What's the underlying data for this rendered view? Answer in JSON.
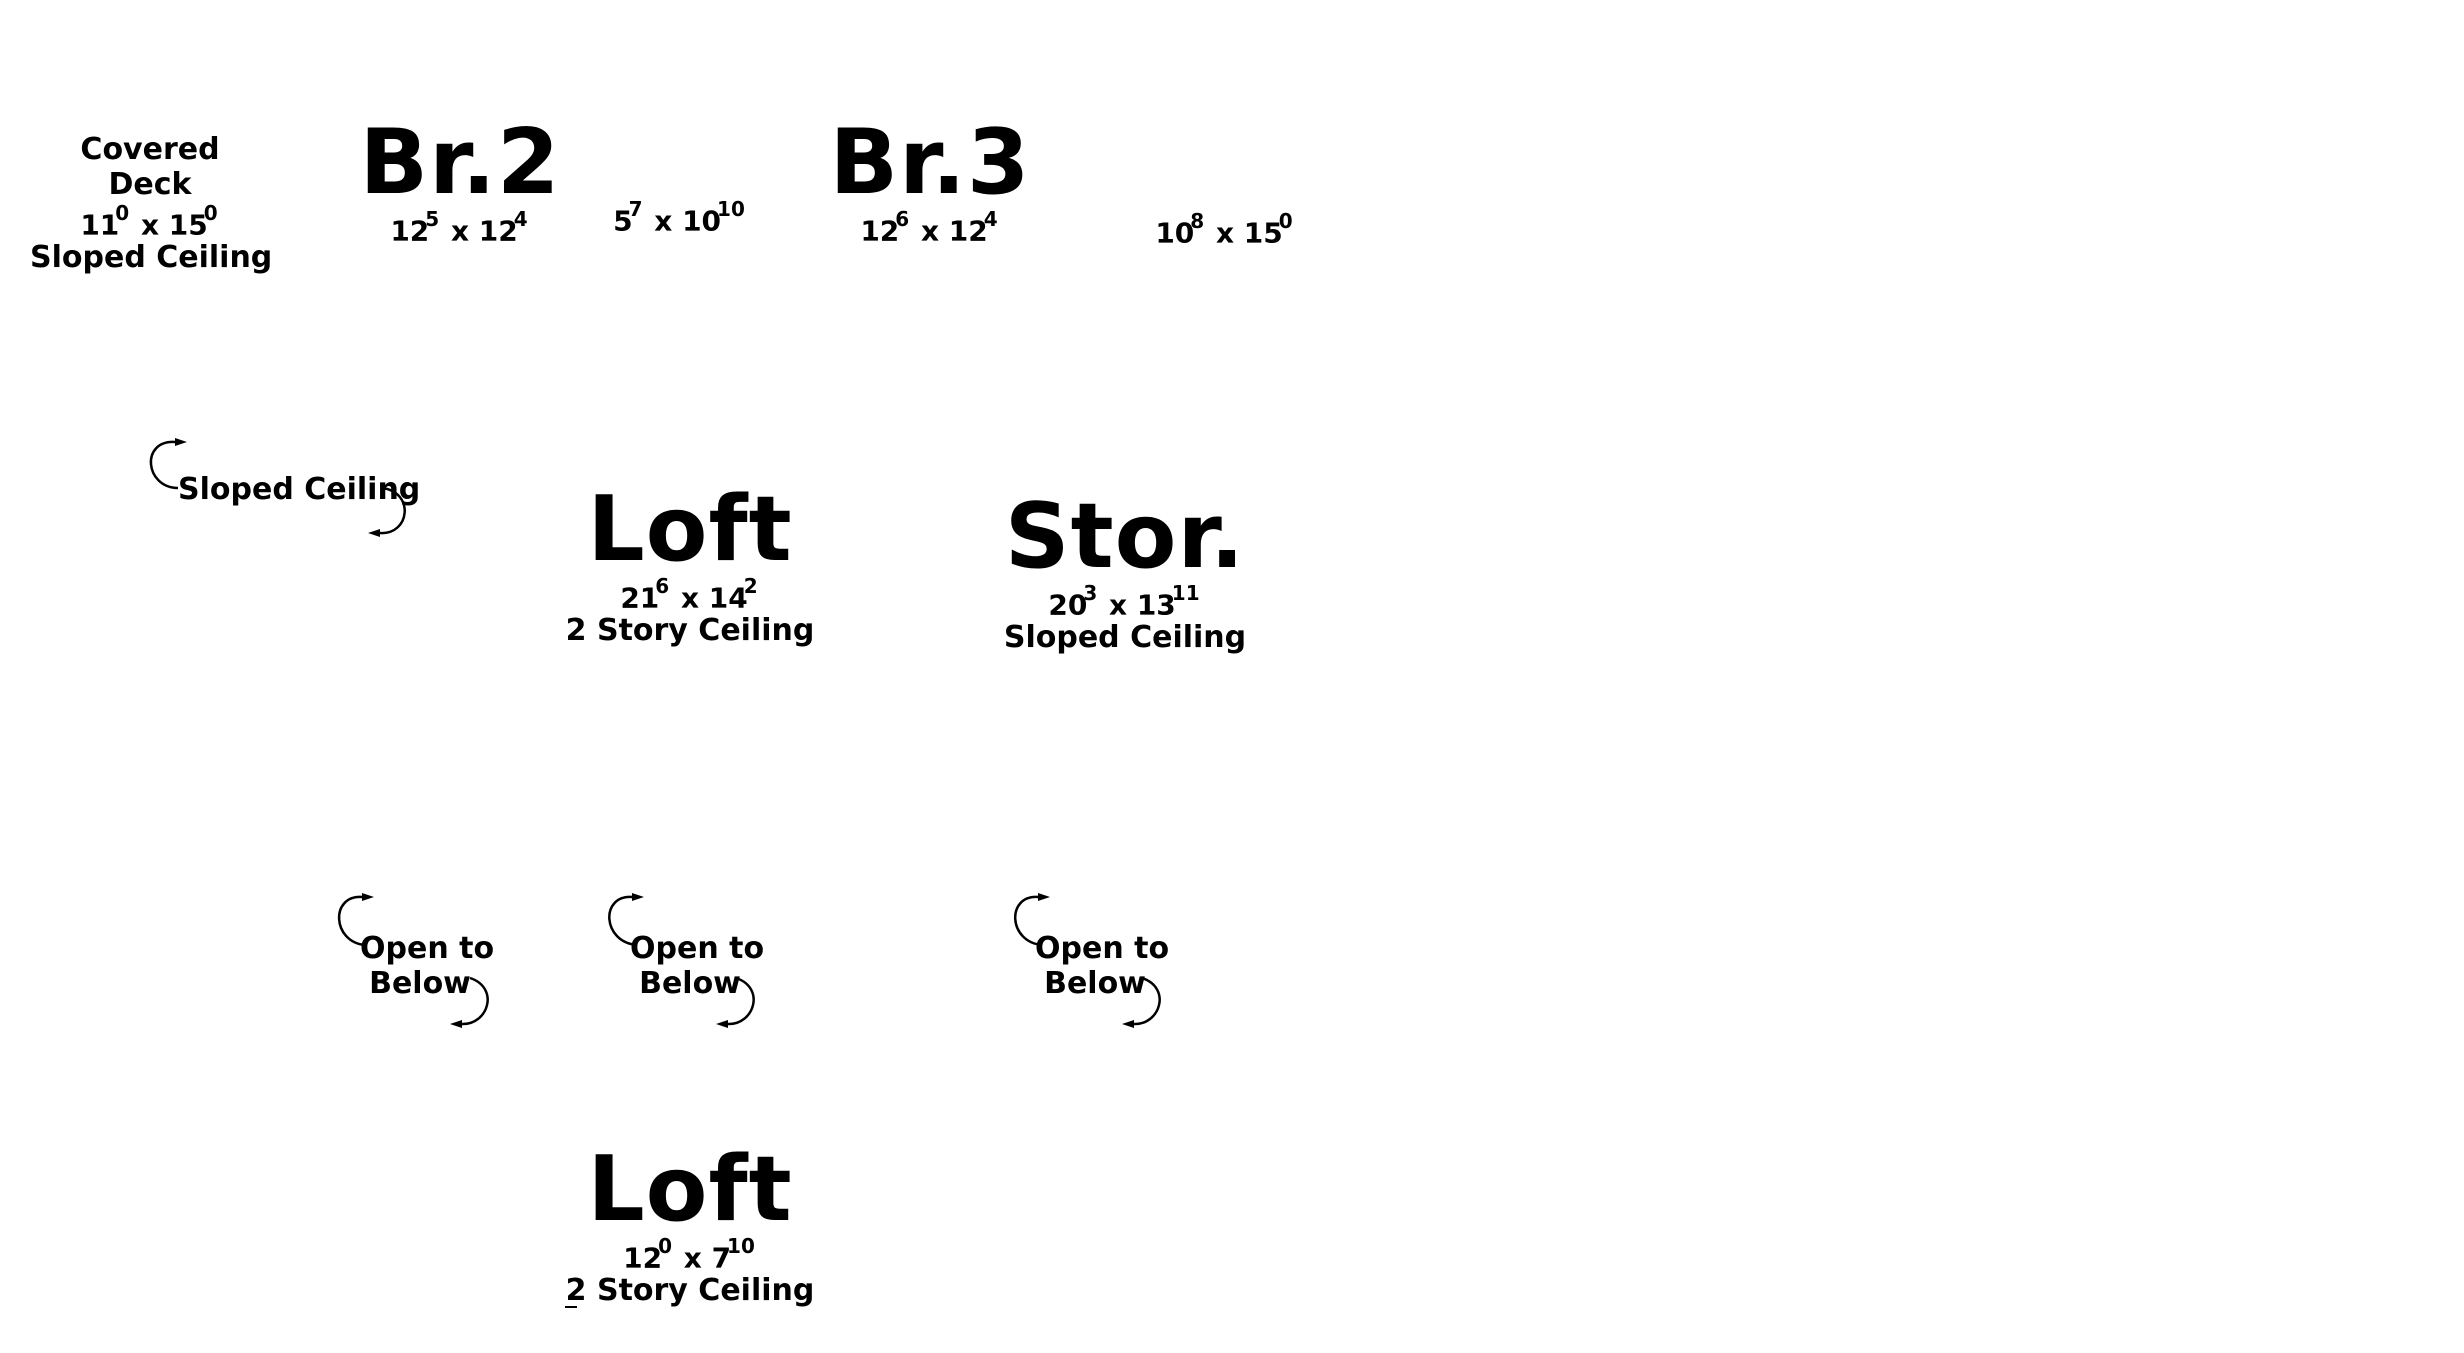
{
  "rooms": [
    {
      "id": "covered-deck",
      "title": "Covered\nDeck",
      "dims": {
        "w": "11",
        "w_in": "0",
        "l": "15",
        "l_in": "0"
      },
      "note": "Sloped Ceiling"
    },
    {
      "id": "br2",
      "title": "Br.2",
      "dims": {
        "w": "12",
        "w_in": "5",
        "l": "12",
        "l_in": "4"
      },
      "note": ""
    },
    {
      "id": "bath",
      "title": "",
      "dims": {
        "w": "5",
        "w_in": "7",
        "l": "10",
        "l_in": "10"
      },
      "note": ""
    },
    {
      "id": "br3",
      "title": "Br.3",
      "dims": {
        "w": "12",
        "w_in": "6",
        "l": "12",
        "l_in": "4"
      },
      "note": ""
    },
    {
      "id": "room-right",
      "title": "",
      "dims": {
        "w": "10",
        "w_in": "8",
        "l": "15",
        "l_in": "0"
      },
      "note": ""
    },
    {
      "id": "loft-upper",
      "title": "Loft",
      "dims": {
        "w": "21",
        "w_in": "6",
        "l": "14",
        "l_in": "2"
      },
      "note": "2 Story Ceiling"
    },
    {
      "id": "storage",
      "title": "Stor.",
      "dims": {
        "w": "20",
        "w_in": "3",
        "l": "13",
        "l_in": "11"
      },
      "note": "Sloped Ceiling"
    },
    {
      "id": "loft-lower",
      "title": "Loft",
      "dims": {
        "w": "12",
        "w_in": "0",
        "l": "7",
        "l_in": "10"
      },
      "note": "2 Story Ceiling"
    }
  ],
  "callouts": [
    {
      "id": "sloped-ceiling",
      "text": "Sloped Ceiling"
    },
    {
      "id": "open-below-1",
      "line1": "Open to",
      "line2": "Below"
    },
    {
      "id": "open-below-2",
      "line1": "Open to",
      "line2": "Below"
    },
    {
      "id": "open-below-3",
      "line1": "Open to",
      "line2": "Below"
    }
  ],
  "dimension_separator": "x"
}
